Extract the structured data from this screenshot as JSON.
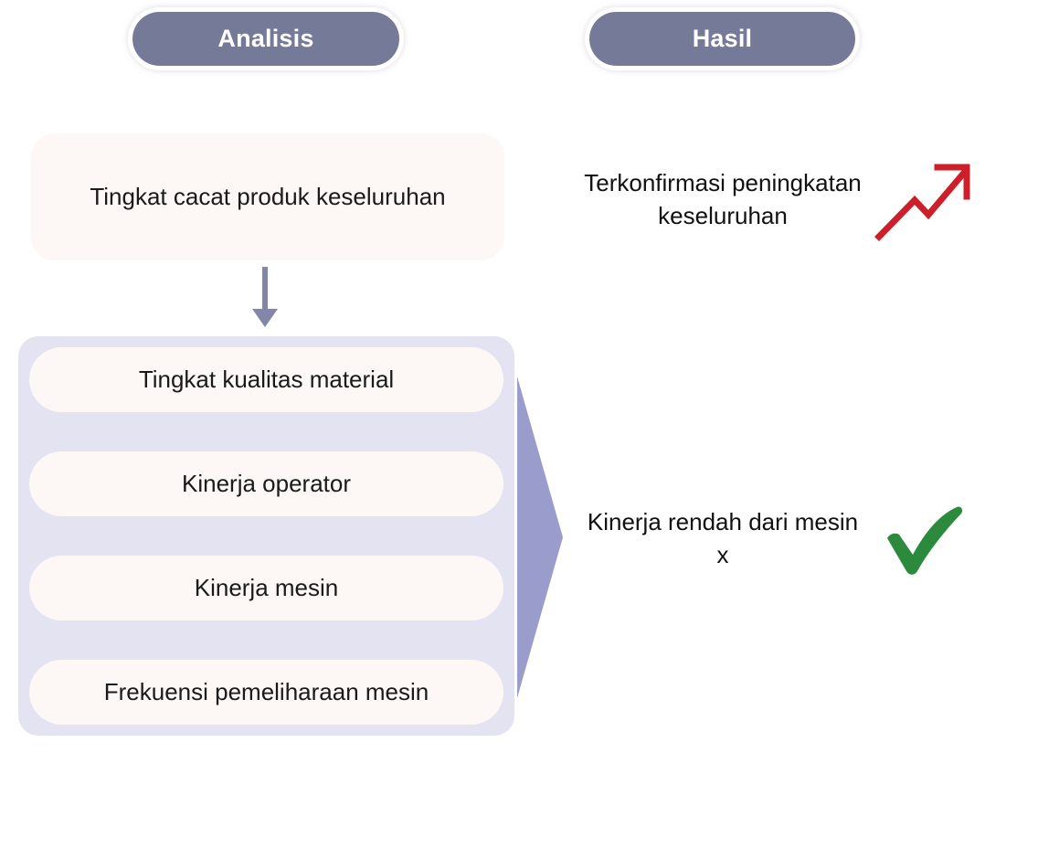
{
  "columns": {
    "left_header": "Analisis",
    "right_header": "Hasil"
  },
  "analysis": {
    "top_metric": "Tingkat cacat produk keseluruhan",
    "flow_arrow_icon": "arrow-down-icon",
    "factors": [
      "Tingkat kualitas material",
      "Kinerja operator",
      "Kinerja mesin",
      "Frekuensi pemeliharaan mesin"
    ],
    "flow_triangle_icon": "triangle-right-icon"
  },
  "results": [
    {
      "text": "Terkonfirmasi peningkatan keseluruhan",
      "icon": "trend-up-arrow-icon"
    },
    {
      "text": "Kinerja rendah dari mesin x",
      "icon": "check-mark-icon"
    }
  ],
  "colors": {
    "header_pill": "#767a99",
    "cream_box": "#fdf7f5",
    "container_lavender": "#e3e3f1",
    "factor_pill": "#fdf8f5",
    "triangle": "#9a9ccb",
    "down_arrow": "#8486a8",
    "trend_arrow_red": "#cc1f2a",
    "check_green": "#2c8a3d",
    "text": "#111111",
    "background": "#ffffff"
  }
}
